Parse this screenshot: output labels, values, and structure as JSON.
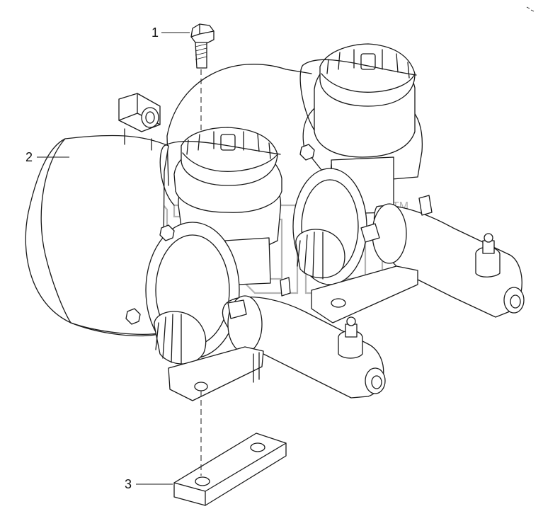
{
  "callouts": [
    {
      "number": "1"
    },
    {
      "number": "2"
    },
    {
      "number": "3"
    }
  ],
  "watermark": {
    "trademark": "TM"
  },
  "colors": {
    "line": "#1a1a1a",
    "watermark": "#9a9a9a",
    "background": "#ffffff"
  }
}
